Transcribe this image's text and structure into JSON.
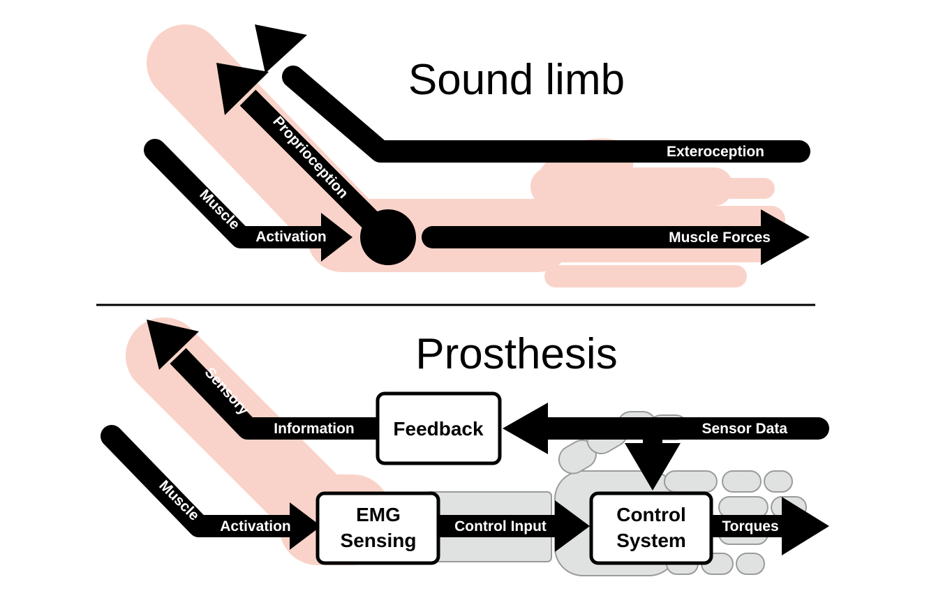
{
  "sound_limb": {
    "title": "Sound limb",
    "labels": {
      "exteroception": "Exteroception",
      "proprioception": "Proprioception",
      "muscle": "Muscle",
      "activation": "Activation",
      "muscle_forces": "Muscle Forces"
    }
  },
  "prosthesis": {
    "title": "Prosthesis",
    "labels": {
      "sensory": "Sensory",
      "information": "Information",
      "sensor_data": "Sensor Data",
      "muscle": "Muscle",
      "activation": "Activation",
      "control_input": "Control Input",
      "torques": "Torques"
    },
    "boxes": {
      "feedback": "Feedback",
      "emg_line1": "EMG",
      "emg_line2": "Sensing",
      "control_line1": "Control",
      "control_line2": "System"
    }
  },
  "colors": {
    "arm_fill": "#f9d3c9",
    "prosthetic_fill": "#dfe2e1",
    "arrow": "#000000",
    "box_fill": "#ffffff"
  }
}
